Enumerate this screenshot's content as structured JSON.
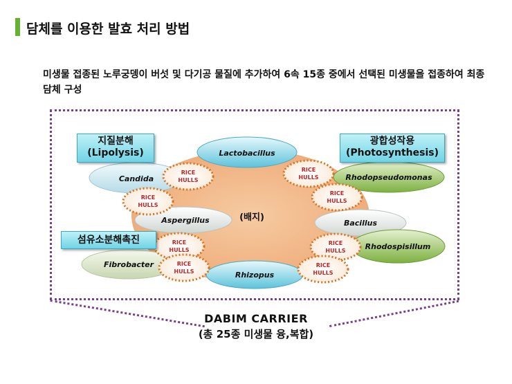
{
  "title": "담체를 이용한 발효 처리 방법",
  "description": "미생물 접종된 노루궁뎅이 버섯 및 다기공 물질에 추가하여 6속 15종 중에서 선택된 미생물을 접종하여 최종 담체 구성",
  "labels": {
    "lipolysis": [
      "지질분해",
      "(Lipolysis)"
    ],
    "photosynthesis": [
      "광합성작용",
      "(Photosynthesis)"
    ],
    "cellulose": "섬유소분해촉진"
  },
  "center_label": "(배지)",
  "rice_hulls_label": [
    "RICE",
    "HULLS"
  ],
  "microbes": [
    "Lactobacillus",
    "Candida",
    "Aspergillus",
    "Fibrobacter",
    "Rhizopus",
    "Rhodopseudomonas",
    "Bacillus",
    "Rhodospisillum"
  ],
  "carrier": {
    "name": "DABIM  CARRIER",
    "detail": "(총 25종 미생물  융,복합)"
  },
  "colors": {
    "title_accent": "#66b032",
    "frame": "#7a3c8e",
    "center_fill": "#f3b98a",
    "rice_ring": "#d9711e",
    "rice_text": "#b8282a",
    "blue_oval": "#6fcbe0",
    "green_oval": "#8cbc52",
    "white_oval": "#e8ece8"
  }
}
